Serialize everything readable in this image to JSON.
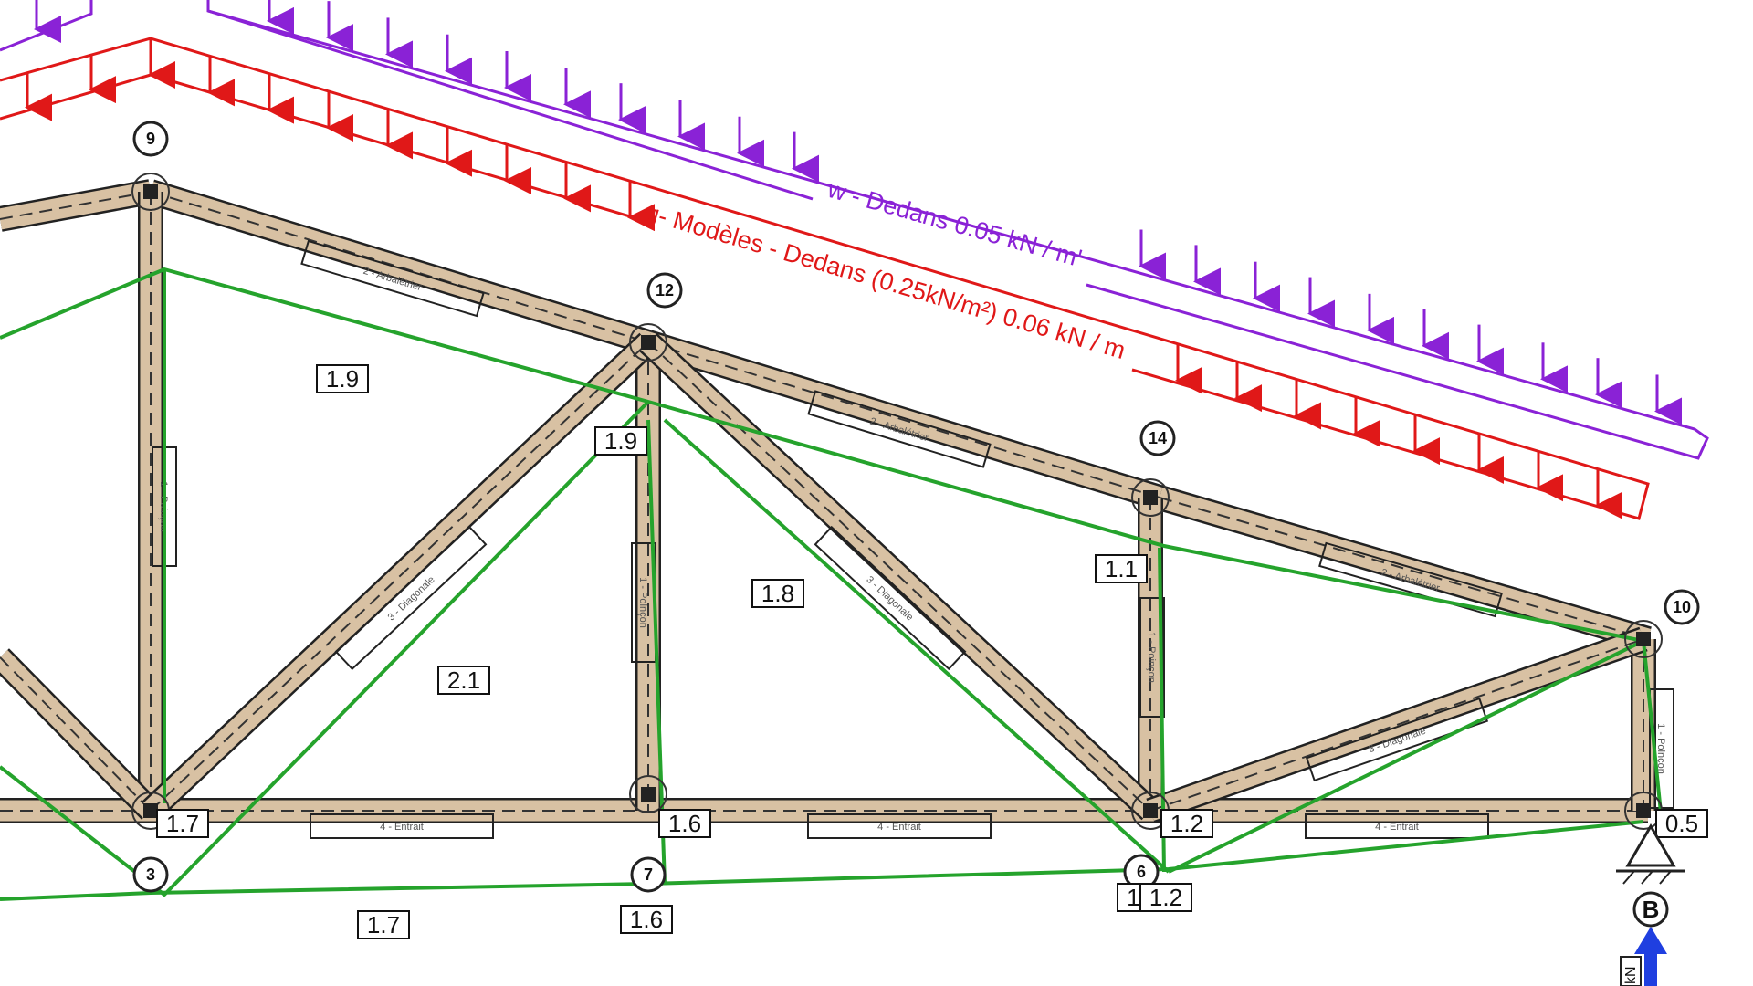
{
  "colors": {
    "beam_fill": "#d8c1a3",
    "beam_stroke": "#222222",
    "deflection": "#25a32c",
    "load_w": "#8a22d6",
    "load_g": "#e01818",
    "reaction": "#1f3fe0"
  },
  "loads": {
    "w_label": "w - Dedans 0.05 kN / m'",
    "g_label": "g- Modèles - Dedans (0.25kN/m²) 0.06 kN / m"
  },
  "nodes": [
    {
      "id": "9"
    },
    {
      "id": "12"
    },
    {
      "id": "14"
    },
    {
      "id": "10"
    },
    {
      "id": "3"
    },
    {
      "id": "7"
    },
    {
      "id": "6"
    }
  ],
  "members": [
    "2 - Arbalétrier",
    "2 - Arbalétrier",
    "2 - Arbalétrier",
    "1 - Poinçon",
    "1 - Poinçon",
    "1 - Poinçon",
    "1 - Poinçon",
    "3 - Diagonale",
    "3 - Diagonale",
    "3 - Diagonale",
    "4 - Entrait",
    "4 - Entrait",
    "4 - Entrait"
  ],
  "values": [
    "1.9",
    "1.9",
    "1.8",
    "2.1",
    "1.1",
    "1.7",
    "1.6",
    "1.2",
    "0.5",
    "1.7",
    "1.6",
    "1.",
    "1.2"
  ],
  "support": {
    "label": "B",
    "reaction_label": "kN"
  }
}
